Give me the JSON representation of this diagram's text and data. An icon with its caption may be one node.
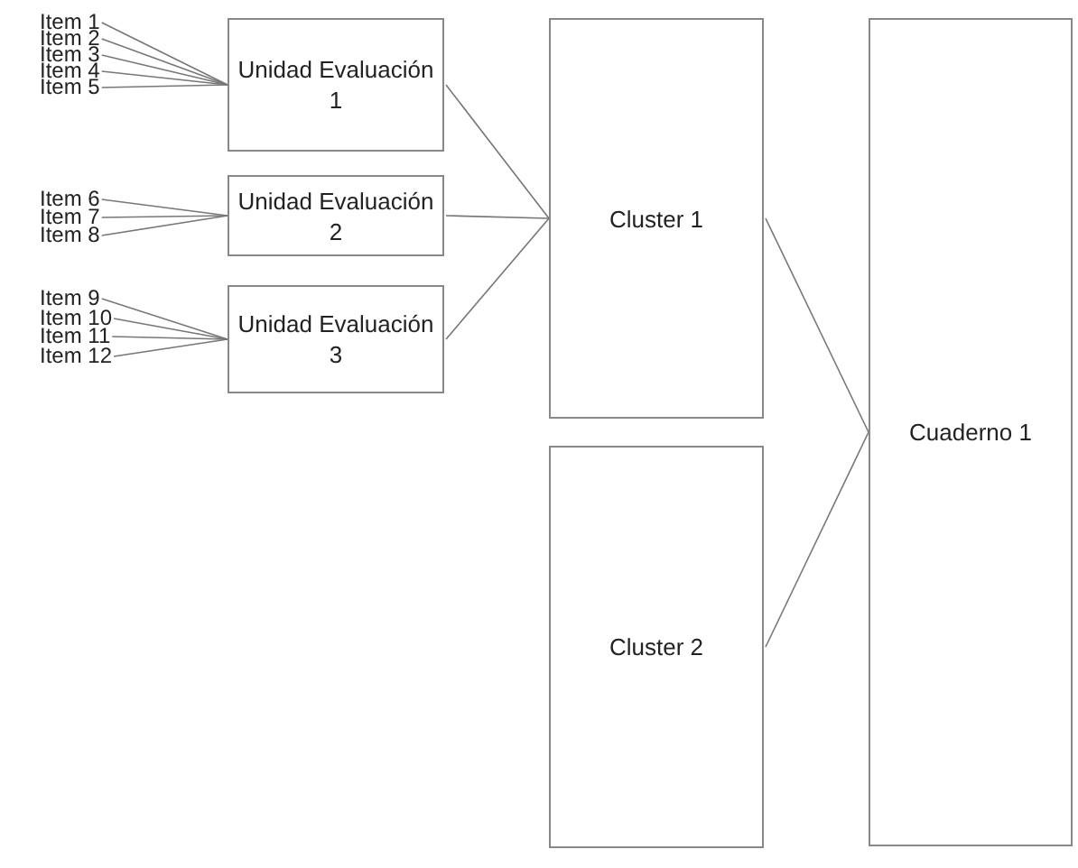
{
  "diagram": {
    "nodes": [
      {
        "text": [
          "Item 1"
        ]
      },
      {
        "text": [
          "Item 2"
        ]
      },
      {
        "text": [
          "Item 3"
        ]
      },
      {
        "text": [
          "Item 4"
        ]
      },
      {
        "text": [
          "Item 5"
        ]
      },
      {
        "text": [
          "Item 6"
        ]
      },
      {
        "text": [
          "Item 7"
        ]
      },
      {
        "text": [
          "Item 8"
        ]
      },
      {
        "text": [
          "Item 9"
        ]
      },
      {
        "text": [
          "Item 10"
        ]
      },
      {
        "text": [
          "Item 11"
        ]
      },
      {
        "text": [
          "Item 12"
        ]
      },
      {
        "text": [
          "Unidad Evaluación 1"
        ]
      },
      {
        "text": [
          "Unidad Evaluación 2"
        ]
      },
      {
        "text": [
          "Unidad Evaluación 3"
        ]
      },
      {
        "text": [
          "Cluster 1"
        ]
      },
      {
        "text": [
          "Cluster 2"
        ]
      },
      {
        "text": [
          "Cuaderno 1"
        ]
      }
    ],
    "edges": [
      {
        "from": 0,
        "to": 12,
        "arrow": "none"
      },
      {
        "from": 1,
        "to": 12,
        "arrow": "none"
      },
      {
        "from": 2,
        "to": 12,
        "arrow": "none"
      },
      {
        "from": 3,
        "to": 12,
        "arrow": "none"
      },
      {
        "from": 4,
        "to": 12,
        "arrow": "none"
      },
      {
        "from": 5,
        "to": 13,
        "arrow": "none"
      },
      {
        "from": 6,
        "to": 13,
        "arrow": "none"
      },
      {
        "from": 7,
        "to": 13,
        "arrow": "none"
      },
      {
        "from": 8,
        "to": 14,
        "arrow": "none"
      },
      {
        "from": 9,
        "to": 14,
        "arrow": "none"
      },
      {
        "from": 10,
        "to": 14,
        "arrow": "none"
      },
      {
        "from": 11,
        "to": 14,
        "arrow": "none"
      },
      {
        "from": 12,
        "to": 15,
        "arrow": "none"
      },
      {
        "from": 13,
        "to": 15,
        "arrow": "none"
      },
      {
        "from": 14,
        "to": 15,
        "arrow": "none"
      },
      {
        "from": 15,
        "to": 17,
        "arrow": "none"
      },
      {
        "from": 16,
        "to": 17,
        "arrow": "none"
      }
    ]
  }
}
